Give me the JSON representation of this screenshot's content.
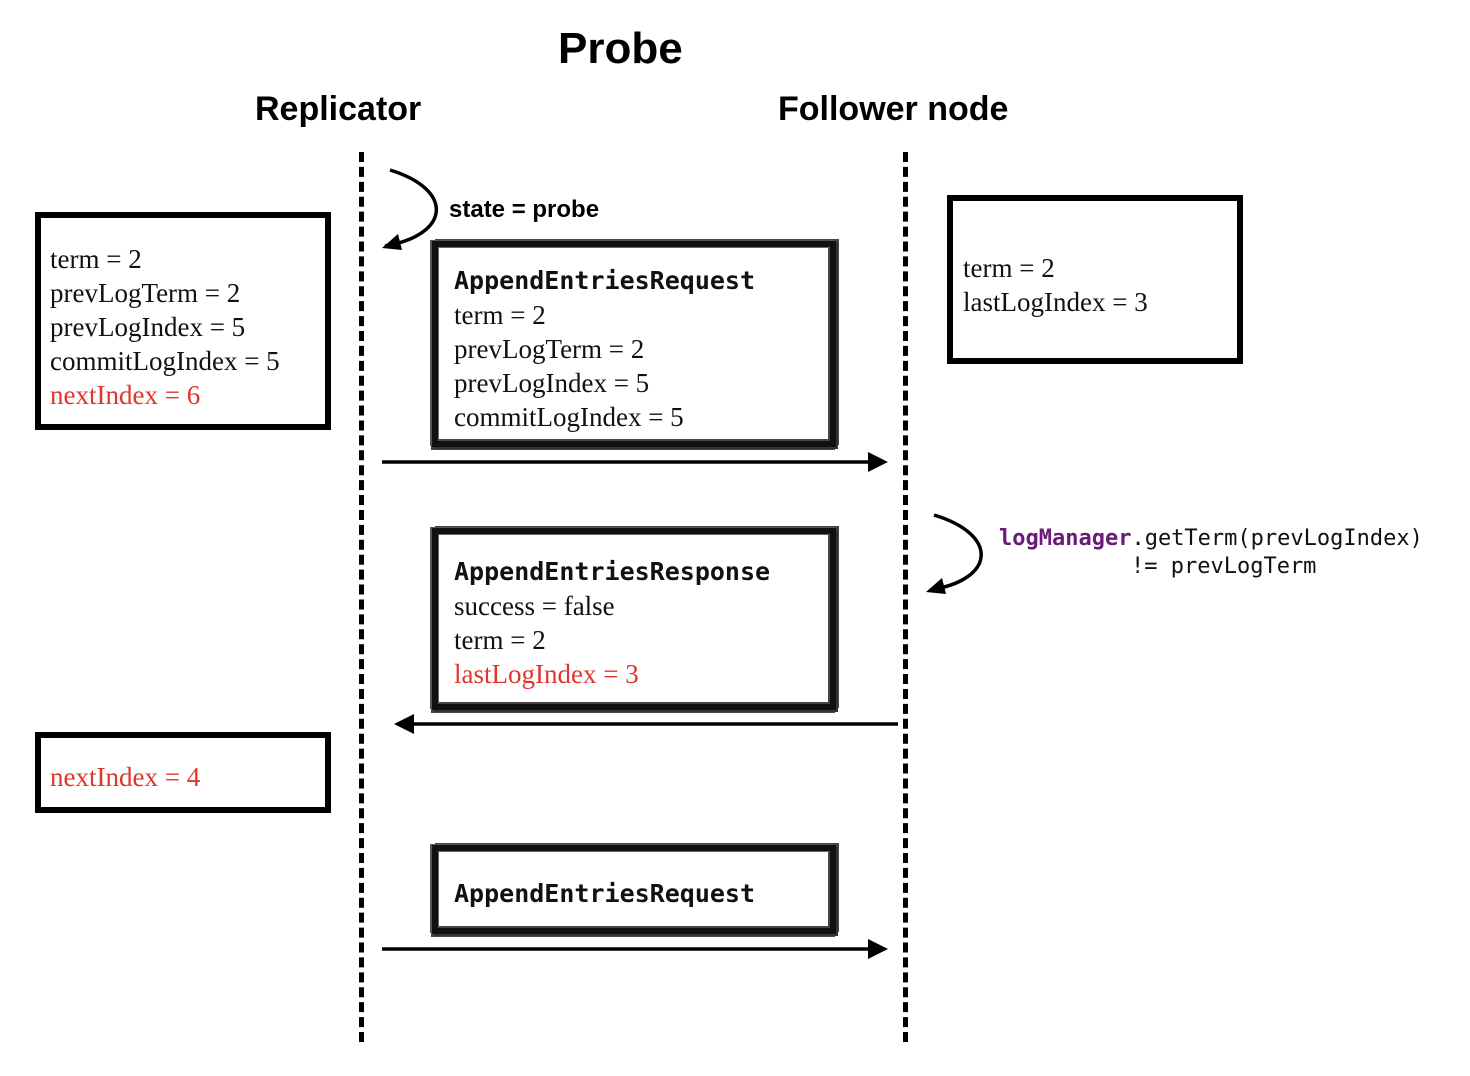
{
  "title": "Probe",
  "replicator_label": "Replicator",
  "follower_label": "Follower node",
  "state_note": "state = probe",
  "replicator_state_box": {
    "lines": [
      {
        "text": "term = 2",
        "highlight": false
      },
      {
        "text": "prevLogTerm = 2",
        "highlight": false
      },
      {
        "text": "prevLogIndex = 5",
        "highlight": false
      },
      {
        "text": "commitLogIndex = 5",
        "highlight": false
      },
      {
        "text": "nextIndex = 6",
        "highlight": true
      }
    ]
  },
  "follower_state_box": {
    "lines": [
      "term = 2",
      "lastLogIndex = 3"
    ]
  },
  "request_1": {
    "title": "AppendEntriesRequest",
    "lines": [
      "term = 2",
      "prevLogTerm = 2",
      "prevLogIndex = 5",
      "commitLogIndex = 5"
    ]
  },
  "check_note": {
    "object": "logManager",
    "call": ".getTerm(prevLogIndex)",
    "line2": "!= prevLogTerm"
  },
  "response": {
    "title": "AppendEntriesResponse",
    "lines": [
      {
        "text": "success = false",
        "highlight": false
      },
      {
        "text": "term = 2",
        "highlight": false
      },
      {
        "text": "lastLogIndex = 3",
        "highlight": true
      }
    ]
  },
  "replicator_update_box": {
    "line": "nextIndex = 4"
  },
  "request_2": {
    "title": "AppendEntriesRequest"
  },
  "colors": {
    "highlight": "#e0352b",
    "keyword": "#6a1b7a",
    "ink": "#000000"
  }
}
